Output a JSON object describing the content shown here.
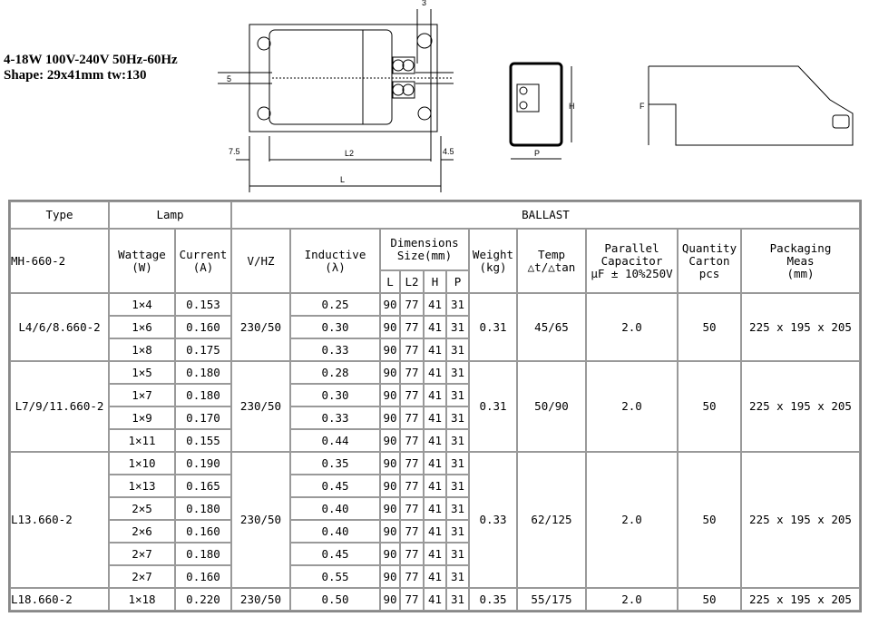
{
  "spec": {
    "line1": "4-18W 100V-240V 50Hz-60Hz",
    "line2": "Shape: 29x41mm tw:130"
  },
  "drawing": {
    "dim_5": "5",
    "dim_3": "3",
    "dim_7_5": "7.5",
    "dim_4_5": "4.5",
    "L2": "L2",
    "L": "L",
    "H": "H",
    "P": "P",
    "F": "F"
  },
  "header": {
    "type": "Type",
    "lamp": "Lamp",
    "ballast": "BALLAST",
    "model": "MH-660-2",
    "wattage": "Wattage",
    "wattage_unit": "(W)",
    "current": "Current",
    "current_unit": "(A)",
    "vhz": "V/HZ",
    "inductive": "Inductive",
    "inductive_unit": "(λ)",
    "dimensions": "Dimensions",
    "size": "Size(mm)",
    "dL": "L",
    "dL2": "L2",
    "dH": "H",
    "dP": "P",
    "weight": "Weight",
    "weight_unit": "(kg)",
    "temp": "Temp",
    "temp_unit": "△t/△tan",
    "cap1": "Parallel",
    "cap2": "Capacitor",
    "cap3": "μF ± 10%250V",
    "qty1": "Quantity",
    "qty2": "Carton",
    "qty3": "pcs",
    "pack1": "Packaging",
    "pack2": "Meas",
    "pack3": "(mm)"
  },
  "groups": [
    {
      "type": "L4/6/8.660-2",
      "vhz": "230/50",
      "weight": "0.31",
      "temp": "45/65",
      "cap": "2.0",
      "qty": "50",
      "meas": "225 x 195 x 205",
      "rows": [
        [
          "1×4",
          "0.153",
          "0.25"
        ],
        [
          "1×6",
          "0.160",
          "0.30"
        ],
        [
          "1×8",
          "0.175",
          "0.33"
        ]
      ]
    },
    {
      "type": "L7/9/11.660-2",
      "vhz": "230/50",
      "weight": "0.31",
      "temp": "50/90",
      "cap": "2.0",
      "qty": "50",
      "meas": "225 x 195 x 205",
      "rows": [
        [
          "1×5",
          "0.180",
          "0.28"
        ],
        [
          "1×7",
          "0.180",
          "0.30"
        ],
        [
          "1×9",
          "0.170",
          "0.33"
        ],
        [
          "1×11",
          "0.155",
          "0.44"
        ]
      ]
    },
    {
      "type": "L13.660-2",
      "vhz": "230/50",
      "weight": "0.33",
      "temp": "62/125",
      "cap": "2.0",
      "qty": "50",
      "meas": "225 x 195 x 205",
      "rows": [
        [
          "1×10",
          "0.190",
          "0.35"
        ],
        [
          "1×13",
          "0.165",
          "0.45"
        ],
        [
          "2×5",
          "0.180",
          "0.40"
        ],
        [
          "2×6",
          "0.160",
          "0.40"
        ],
        [
          "2×7",
          "0.180",
          "0.45"
        ],
        [
          "2×7",
          "0.160",
          "0.55"
        ]
      ]
    },
    {
      "type": "L18.660-2",
      "vhz": "230/50",
      "weight": "0.35",
      "temp": "55/175",
      "cap": "2.0",
      "qty": "50",
      "meas": "225 x 195 x 205",
      "rows": [
        [
          "1×18",
          "0.220",
          "0.50"
        ]
      ]
    }
  ],
  "dims": [
    "90",
    "77",
    "41",
    "31"
  ]
}
